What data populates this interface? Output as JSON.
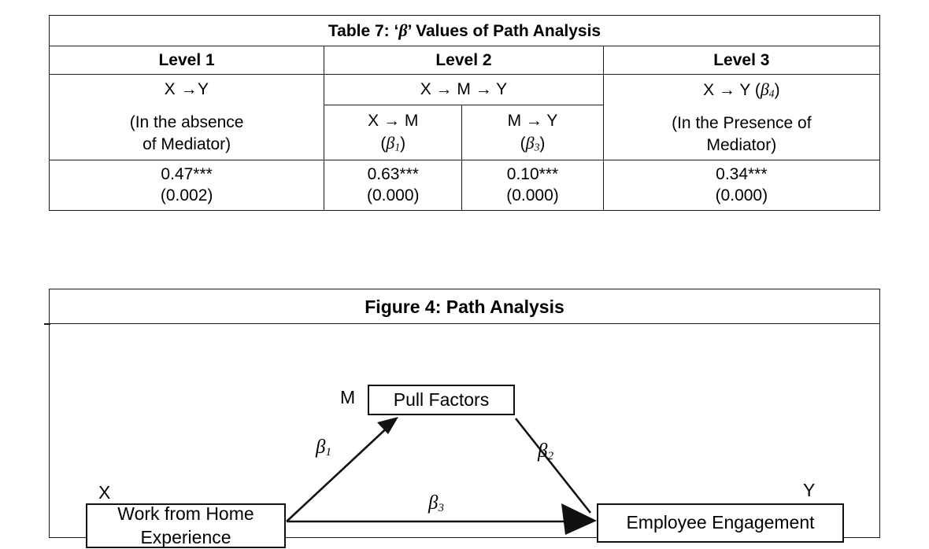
{
  "table": {
    "title_prefix": "Table 7: ‘",
    "title_beta": "β",
    "title_suffix": "’ Values of Path Analysis",
    "headers": [
      "Level 1",
      "Level 2",
      "Level 3"
    ],
    "level1": {
      "relation": "X →Y",
      "note_line1": "(In the absence",
      "note_line2": "of Mediator)",
      "value": "0.47***",
      "pvalue": "(0.002)"
    },
    "level2": {
      "relation": "X → M → Y",
      "sub": [
        {
          "relation": "X → M",
          "beta": "β",
          "beta_sub": "1",
          "value": "0.63***",
          "pvalue": "(0.000)"
        },
        {
          "relation": "M → Y",
          "beta": "β",
          "beta_sub": "3",
          "value": "0.10***",
          "pvalue": "(0.000)"
        }
      ]
    },
    "level3": {
      "relation_prefix": "X → Y (",
      "relation_beta": "β",
      "relation_beta_sub": "4",
      "relation_suffix": ")",
      "note_line1": "(In the Presence of",
      "note_line2": "Mediator)",
      "value": "0.34***",
      "pvalue": "(0.000)"
    }
  },
  "figure": {
    "title": "Figure 4: Path Analysis",
    "nodes": {
      "mediator": {
        "letter": "M",
        "label": "Pull  Factors"
      },
      "independent": {
        "letter": "X",
        "label_line1": "Work  from  Home",
        "label_line2": "Experience"
      },
      "dependent": {
        "letter": "Y",
        "label": "Employee   Engagement"
      }
    },
    "paths": [
      {
        "name": "x-to-m",
        "beta": "β",
        "beta_sub": "1"
      },
      {
        "name": "m-to-y",
        "beta": "β",
        "beta_sub": "2"
      },
      {
        "name": "x-to-y",
        "beta": "β",
        "beta_sub": "3"
      }
    ],
    "colors": {
      "line": "#111111",
      "border": "#1a1a1a"
    }
  }
}
